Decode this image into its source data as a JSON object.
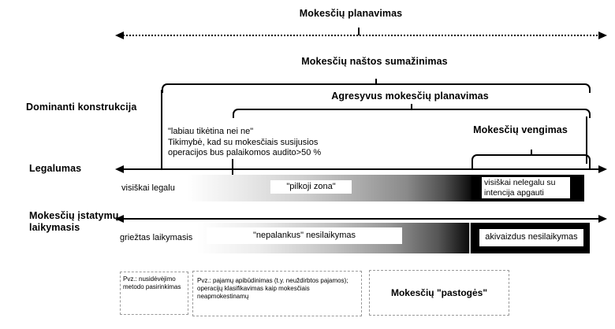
{
  "diagram": {
    "top": {
      "title": "Mokesčių planavimas"
    },
    "level2": {
      "title": "Mokesčių naštos sumažinimas"
    },
    "level3": {
      "title": "Agresyvus mokesčių planavimas"
    },
    "level4": {
      "title": "Mokesčių vengimas"
    },
    "left_labels": {
      "construction": "Dominanti konstrukcija",
      "legality": "Legalumas",
      "compliance": "Mokesčių įstatymų laikymasis"
    },
    "probability_note": {
      "line1": "\"labiau tikėtina nei ne\"",
      "line2": "Tikimybė, kad su mokesčiais susijusios",
      "line3": "operacijos bus palaikomos audito>50 %"
    },
    "legality_scale": {
      "left": "visiškai legalu",
      "middle": "\"pilkoji zona\"",
      "right": "visiškai nelegalu su intencija apgauti"
    },
    "compliance_scale": {
      "left": "griežtas laikymasis",
      "middle": "\"nepalankus\" nesilaikymas",
      "right": "akivaizdus nesilaikymas"
    },
    "examples": {
      "box1": "Pvz.: nusidėvėjimo metodo pasirinkimas",
      "box2": "Pvz.: pajamų apibūdinimas (t.y. neuždirbtos pajamos); operacijų klasifikavimas kaip mokesčiais neapmokestinamų",
      "box3": "Mokesčių \"pastogės\""
    },
    "colors": {
      "ink": "#000000",
      "spectrum_start": "#ffffff",
      "spectrum_end": "#000000",
      "dashed_border": "#9a9a9a"
    }
  }
}
